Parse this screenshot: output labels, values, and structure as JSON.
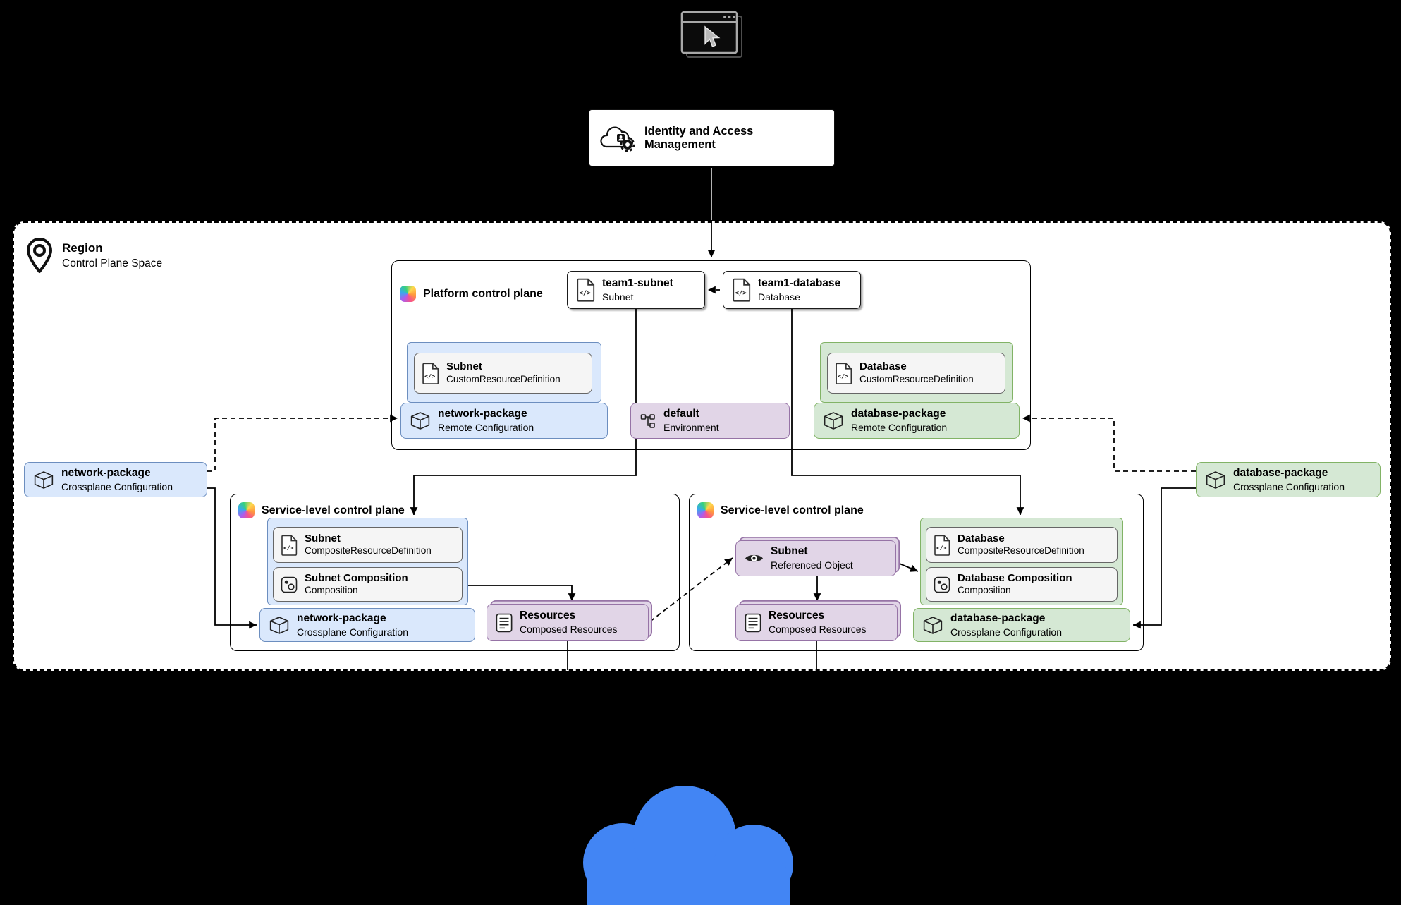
{
  "iam": {
    "label": "Identity and Access Management"
  },
  "region": {
    "title": "Region",
    "subtitle": "Control Plane Space"
  },
  "platform": {
    "title": "Platform control plane",
    "claim_subnet": {
      "name": "team1-subnet",
      "type": "Subnet"
    },
    "claim_database": {
      "name": "team1-database",
      "type": "Database"
    },
    "subnet_crd": {
      "name": "Subnet",
      "type": "CustomResourceDefinition"
    },
    "network_package": {
      "name": "network-package",
      "type": "Remote Configuration"
    },
    "environment": {
      "name": "default",
      "type": "Environment"
    },
    "database_crd": {
      "name": "Database",
      "type": "CustomResourceDefinition"
    },
    "database_package": {
      "name": "database-package",
      "type": "Remote Configuration"
    }
  },
  "external": {
    "network_package": {
      "name": "network-package",
      "type": "Crossplane Configuration"
    },
    "database_package": {
      "name": "database-package",
      "type": "Crossplane Configuration"
    }
  },
  "service_network": {
    "title": "Service-level control plane",
    "xrd": {
      "name": "Subnet",
      "type": "CompositeResourceDefinition"
    },
    "composition": {
      "name": "Subnet Composition",
      "type": "Composition"
    },
    "package": {
      "name": "network-package",
      "type": "Crossplane Configuration"
    },
    "resources": {
      "name": "Resources",
      "type": "Composed Resources"
    }
  },
  "service_database": {
    "title": "Service-level control plane",
    "referenced": {
      "name": "Subnet",
      "type": "Referenced Object"
    },
    "xrd": {
      "name": "Database",
      "type": "CompositeResourceDefinition"
    },
    "composition": {
      "name": "Database Composition",
      "type": "Composition"
    },
    "package": {
      "name": "database-package",
      "type": "Crossplane Configuration"
    },
    "resources": {
      "name": "Resources",
      "type": "Composed Resources"
    }
  },
  "colors": {
    "network_fill": "#dae8fc",
    "network_border": "#6c8ebf",
    "database_fill": "#d5e8d4",
    "database_border": "#82b366",
    "neutral_fill": "#e1d5e7",
    "neutral_border": "#9673a6",
    "cloud": "#4285f4"
  }
}
